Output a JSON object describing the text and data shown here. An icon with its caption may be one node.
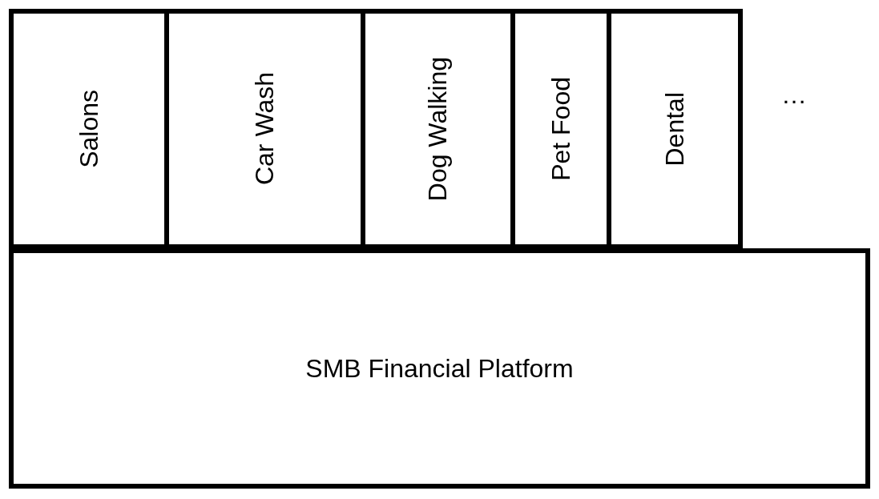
{
  "diagram": {
    "nodes": [
      {
        "text": [
          "Salons"
        ]
      },
      {
        "text": [
          "Car Wash"
        ]
      },
      {
        "text": [
          "Dog Walking"
        ]
      },
      {
        "text": [
          "Pet Food"
        ]
      },
      {
        "text": [
          "Dental"
        ]
      },
      {
        "text": [
          "SMB Financial Platform"
        ]
      }
    ],
    "labels": [
      "…"
    ]
  }
}
